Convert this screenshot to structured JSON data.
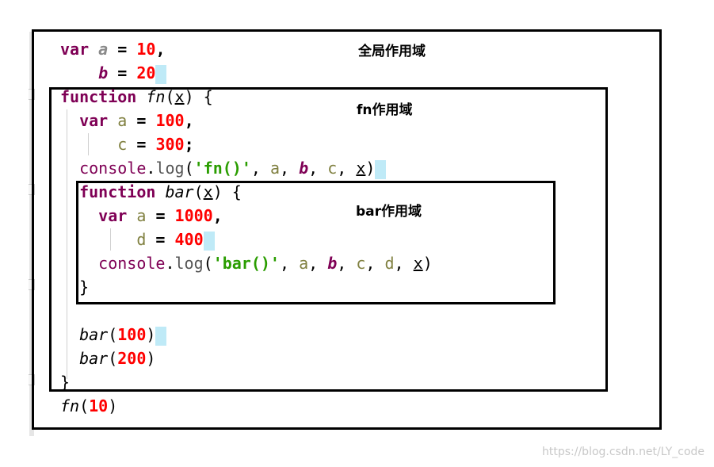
{
  "scopes": {
    "global_label": "全局作用域",
    "fn_label": "fn作用域",
    "bar_label": "bar作用域"
  },
  "code": {
    "kw_var": "var",
    "kw_function": "function",
    "name_a": "a",
    "name_b": "b",
    "name_c": "c",
    "name_d": "d",
    "name_x": "x",
    "fn_name": "fn",
    "bar_name": "bar",
    "console": "console",
    "log": "log",
    "num_10": "10",
    "num_20": "20",
    "num_100": "100",
    "num_300": "300",
    "num_1000": "1000",
    "num_400": "400",
    "num_200": "200",
    "str_fn": "'fn()'",
    "str_bar": "'bar()'"
  },
  "colors": {
    "keyword": "#7f0055",
    "number": "#ff0000",
    "string": "#2a9d00",
    "local_var": "#808040",
    "cursor_highlight": "#bfeaf7"
  },
  "watermark": "https://blog.csdn.net/LY_code"
}
